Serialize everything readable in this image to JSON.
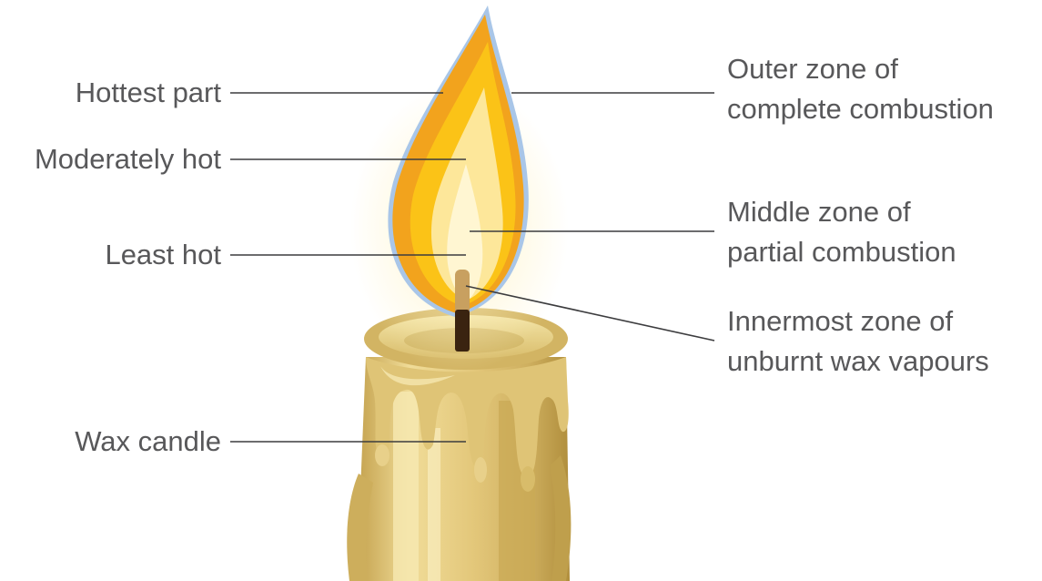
{
  "labels": {
    "hottest": "Hottest part",
    "moderate": "Moderately hot",
    "least": "Least hot",
    "wax": "Wax candle",
    "outer_1": "Outer zone of",
    "outer_2": "complete combustion",
    "middle_1": "Middle zone of",
    "middle_2": "partial combustion",
    "inner_1": "Innermost zone of",
    "inner_2": "unburnt wax vapours"
  },
  "colors": {
    "label_text": "#58585a",
    "leader_line": "#3c3c3e",
    "flame_outline": "#a9c6e8",
    "flame_outer": "#f2a31d",
    "flame_middle": "#fbc317",
    "flame_inner": "#fde79a",
    "wick": "#3a2310",
    "wax": "#d6be6e"
  }
}
